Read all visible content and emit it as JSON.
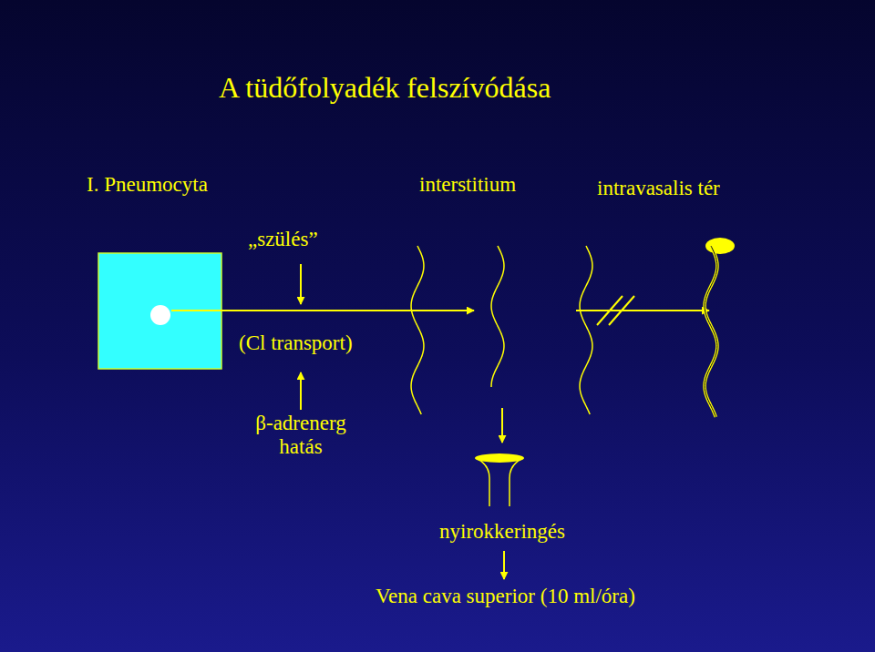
{
  "diagram": {
    "title": "A tüdőfolyadék felszívódása",
    "labels": [
      "I. Pneumocyta",
      "interstitium",
      "intravasalis tér",
      "„szülés”",
      "(Cl transport)",
      "β-adrenerg hatás",
      "nyirokkeringés",
      "Vena cava superior (10 ml/óra)"
    ]
  }
}
